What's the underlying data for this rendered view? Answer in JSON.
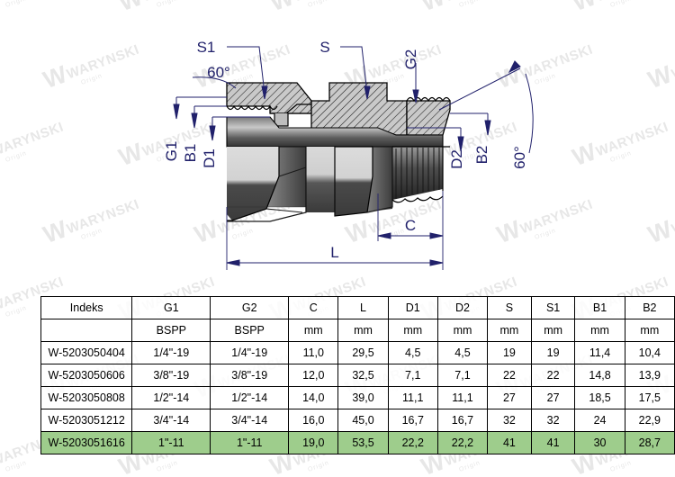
{
  "watermark": {
    "brand": "WARYNSKI",
    "sub": "Origin",
    "mark": "W"
  },
  "drawing": {
    "labels": {
      "s1": "S1",
      "s": "S",
      "g2": "G2",
      "angle_left": "60°",
      "angle_right": "60°",
      "g1": "G1",
      "b1": "B1",
      "d1": "D1",
      "d2": "D2",
      "b2": "B2",
      "c": "C",
      "l": "L"
    }
  },
  "table": {
    "headers": [
      "Indeks",
      "G1",
      "G2",
      "C",
      "L",
      "D1",
      "D2",
      "S",
      "S1",
      "B1",
      "B2"
    ],
    "units": [
      "",
      "BSPP",
      "BSPP",
      "mm",
      "mm",
      "mm",
      "mm",
      "mm",
      "mm",
      "mm",
      "mm"
    ],
    "rows": [
      {
        "highlight": false,
        "cells": [
          "W-5203050404",
          "1/4\"-19",
          "1/4\"-19",
          "11,0",
          "29,5",
          "4,5",
          "4,5",
          "19",
          "19",
          "11,4",
          "10,4"
        ]
      },
      {
        "highlight": false,
        "cells": [
          "W-5203050606",
          "3/8\"-19",
          "3/8\"-19",
          "12,0",
          "32,5",
          "7,1",
          "7,1",
          "22",
          "22",
          "14,8",
          "13,9"
        ]
      },
      {
        "highlight": false,
        "cells": [
          "W-5203050808",
          "1/2\"-14",
          "1/2\"-14",
          "14,0",
          "39,0",
          "11,1",
          "11,1",
          "27",
          "27",
          "18,5",
          "17,5"
        ]
      },
      {
        "highlight": false,
        "cells": [
          "W-5203051212",
          "3/4\"-14",
          "3/4\"-14",
          "16,0",
          "45,0",
          "16,7",
          "16,7",
          "32",
          "32",
          "24",
          "22,9"
        ]
      },
      {
        "highlight": true,
        "cells": [
          "W-5203051616",
          "1\"-11",
          "1\"-11",
          "19,0",
          "53,5",
          "22,2",
          "22,2",
          "41",
          "41",
          "30",
          "28,7"
        ]
      }
    ],
    "highlight_color": "#9ecd8c"
  },
  "colors": {
    "dimension": "#21216b",
    "line": "#000000",
    "metal_light": "#d4d4d4",
    "metal_dark": "#2e2e2e"
  }
}
